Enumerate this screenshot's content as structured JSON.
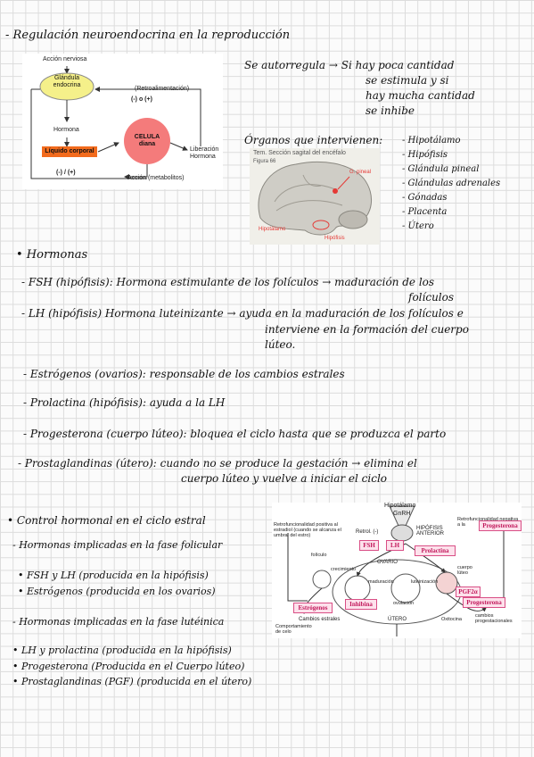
{
  "title": "- Regulación neuroendocrina en la reproducción",
  "diagram1": {
    "labels": {
      "neural": "Acción nerviosa",
      "gland": "Glándula\nendocrina",
      "feedback": "(Retroalimentación)",
      "sign": "(-) o (+)",
      "hormone": "Hormona",
      "fluid": "Líquido corporal",
      "cell": "CELULA\ndiana",
      "release": "Liberación\nHormona",
      "sign2": "(-) / (+)",
      "action": "Acción (metabolitos)"
    }
  },
  "selfreg": {
    "lines": [
      "Se autorregula → Si hay poca cantidad",
      "se estimula y si",
      "hay mucha cantidad",
      "se inhibe"
    ]
  },
  "organs": {
    "heading": "Órganos que intervienen:",
    "items": [
      "- Hipotálamo",
      "- Hipófisis",
      "- Glándula pineal",
      "- Glándulas adrenales",
      "- Gónadas",
      "- Placenta",
      "- Útero"
    ]
  },
  "brain_figure": {
    "caption": "Tem. Sección sagital del encéfalo",
    "fig_no": "Figura 66",
    "labels": {
      "pineal": "G. pineal",
      "hypothalamus": "Hipotálamo",
      "pituitary": "Hipófisis"
    }
  },
  "hormones": {
    "heading": "• Hormonas",
    "entries": [
      {
        "l1": "- FSH (hipófisis): Hormona estimulante de los folículos → maduración de los",
        "l2": "folículos"
      },
      {
        "l1": "- LH (hipófisis)   Hormona luteinizante → ayuda en la maduración de los folículos e",
        "l2": "interviene en la formación del cuerpo",
        "l3": "lúteo."
      },
      {
        "l1": "- Estrógenos (ovarios): responsable de los cambios estrales"
      },
      {
        "l1": "- Prolactina (hipófisis): ayuda a la LH"
      },
      {
        "l1": "- Progesterona (cuerpo lúteo): bloquea el ciclo hasta que se produzca el parto"
      },
      {
        "l1": "- Prostaglandinas (útero): cuando no se produce la gestación → elimina el",
        "l2": "cuerpo lúteo y vuelve a iniciar el ciclo"
      }
    ]
  },
  "control": {
    "heading": "• Control hormonal en el ciclo estral",
    "follicular": "- Hormonas implicadas en la fase folicular",
    "fol_items": [
      "• FSH y LH (producida en la hipófisis)",
      "• Estrógenos (producida en los ovarios)"
    ],
    "luteal": "- Hormonas implicadas en la fase lutéinica",
    "lut_items": [
      "• LH y prolactina (producida en la hipófisis)",
      "• Progesterona (Producida en el Cuerpo lúteo)",
      "• Prostaglandinas (PGF) (producida en el útero)"
    ]
  },
  "cycle_diagram": {
    "labels": {
      "hypothalamus": "Hipotálamo",
      "gnrh": "GnRH",
      "pos_fb": "Retrofuncionalidad positiva al\nestradiol (cuando se alcanza el\numbral del estro)",
      "retrol": "Retrol. (-)",
      "pituitary": "HIPÓFISIS\nANTERIOR",
      "neg_fb": "Retrofuncionalidad negativa\na la",
      "fsh": "FSH",
      "lh": "LH",
      "prolactin": "Prolactina",
      "progesterone": "Progesterona",
      "follicle": "folículo",
      "ovary": "OVARIO",
      "growth": "crecimiento",
      "maturation": "maduración",
      "luteinization": "luteinización",
      "luteum": "cuerpo\nlúteo",
      "estrogens": "Estrógenos",
      "inhibin": "Inhibina",
      "ovulation": "ovulación",
      "pgf": "PGF2α",
      "progesterone2": "Progesterona",
      "estral": "Cambios estrales",
      "behaviour": "Comportamiento\nde celo",
      "uterus": "ÚTERO",
      "oxytocin": "Oxitocina",
      "prog_changes": "cambios\nprogestacionales"
    }
  },
  "colors": {
    "ink": "#111111",
    "pink": "#d94f86",
    "orange": "#f26b1d",
    "cell": "#f47b7b",
    "gland": "#f5f08a"
  }
}
